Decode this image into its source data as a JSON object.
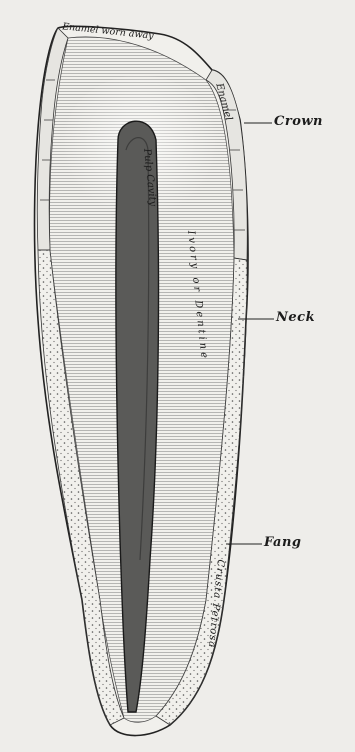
{
  "figure": {
    "background": "#eeedea",
    "ink": "#1c1c1c",
    "labels": {
      "enamel_worn": "Enamel worn away",
      "enamel": "Enamel",
      "crown": "Crown",
      "pulp_cavity": "Pulp Cavity",
      "ivory": "Ivory or Dentine",
      "neck": "Neck",
      "fang": "Fang",
      "crusta": "Crusta Petrosa"
    }
  }
}
